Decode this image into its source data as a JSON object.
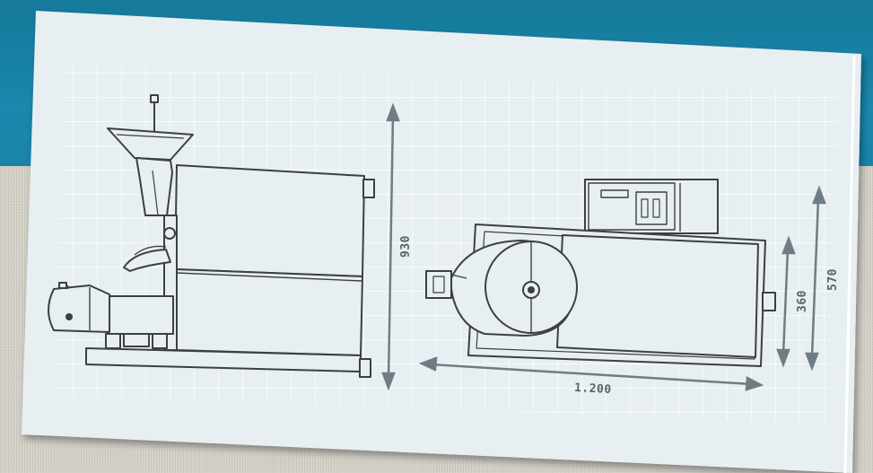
{
  "colors": {
    "sheet": "#e7eff2",
    "grid": "#ffffff",
    "line": "#3d3f40",
    "arrow": "#6e7d84",
    "label": "#5a6266"
  },
  "dimensions": {
    "total_height": "930",
    "length": "1.200",
    "inner_height": "360",
    "outer_height": "570"
  }
}
